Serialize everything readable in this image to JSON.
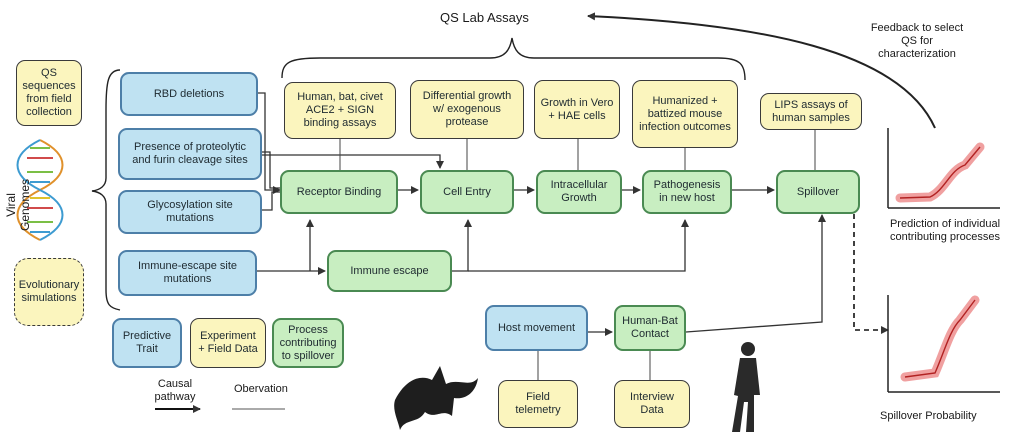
{
  "header": {
    "qs_lab_assays": "QS Lab Assays",
    "feedback": "Feedback to select QS for characterization"
  },
  "left": {
    "qs_sequences": "QS sequences from field collection",
    "viral_genomes": "Viral Genomes",
    "evolutionary_simulations": "Evolutionary simulations"
  },
  "traits": {
    "rbd_deletions": "RBD deletions",
    "proteolytic_sites": "Presence of proteolytic and furin cleavage sites",
    "glycosylation": "Glycosylation site mutations",
    "immune_escape_sites": "Immune-escape site mutations",
    "host_movement": "Host movement"
  },
  "assays": {
    "binding": "Human, bat, civet ACE2 + SIGN binding assays",
    "differential_growth": "Differential growth w/ exogenous protease",
    "growth_vero": "Growth in Vero + HAE cells",
    "mouse": "Humanized + battized mouse infection outcomes",
    "lips": "LIPS assays of human samples",
    "field_telemetry": "Field telemetry",
    "interview": "Interview Data"
  },
  "processes": {
    "receptor_binding": "Receptor Binding",
    "cell_entry": "Cell Entry",
    "intracellular_growth": "Intracellular Growth",
    "pathogenesis": "Pathogenesis in new host",
    "spillover": "Spillover",
    "immune_escape": "Immune escape",
    "human_bat_contact": "Human-Bat Contact"
  },
  "legend": {
    "predictive_trait": "Predictive Trait",
    "experiment_field": "Experiment + Field Data",
    "process_contributing": "Process contributing to spillover",
    "causal_pathway": "Causal pathway",
    "observation": "Obervation"
  },
  "plots": {
    "individual": "Prediction of individual contributing processes",
    "spillover": "Spillover Probability"
  }
}
